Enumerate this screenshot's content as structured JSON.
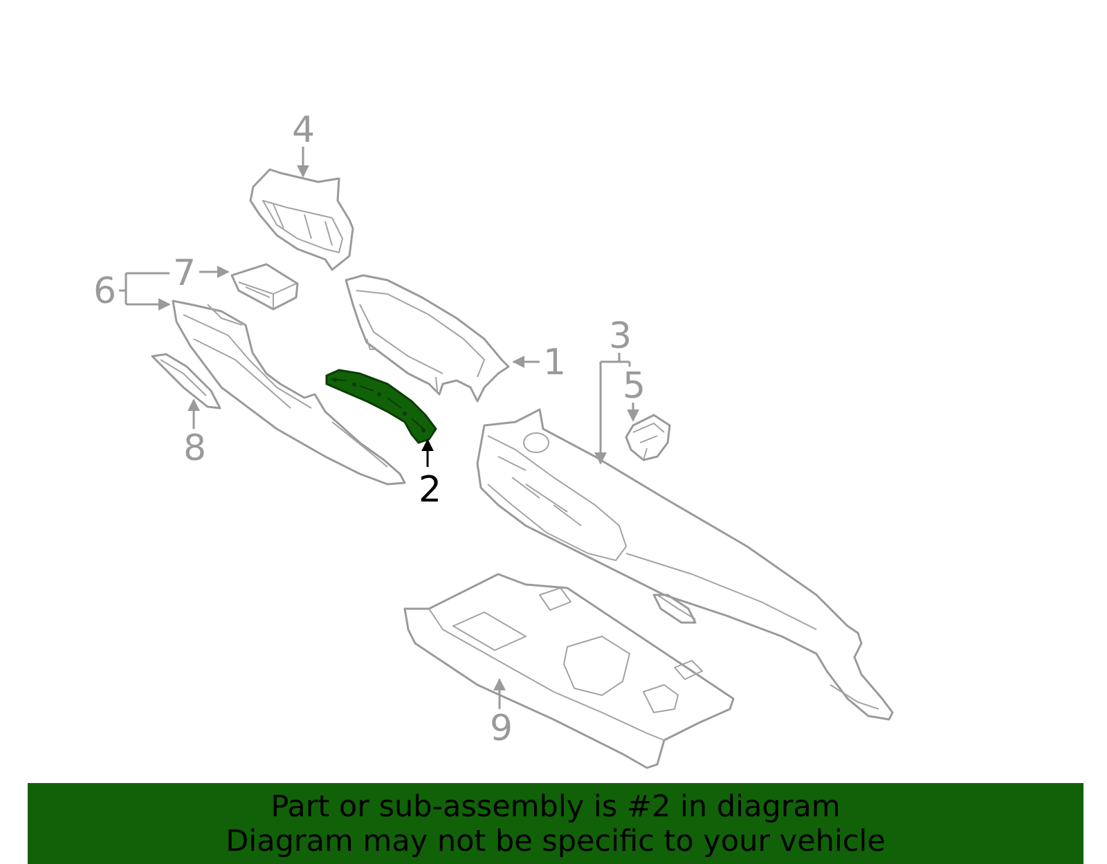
{
  "diagram": {
    "callouts": [
      {
        "id": "1",
        "label": "1",
        "highlighted": false
      },
      {
        "id": "2",
        "label": "2",
        "highlighted": true
      },
      {
        "id": "3",
        "label": "3",
        "highlighted": false
      },
      {
        "id": "4",
        "label": "4",
        "highlighted": false
      },
      {
        "id": "5",
        "label": "5",
        "highlighted": false
      },
      {
        "id": "6",
        "label": "6",
        "highlighted": false
      },
      {
        "id": "7",
        "label": "7",
        "highlighted": false
      },
      {
        "id": "8",
        "label": "8",
        "highlighted": false
      },
      {
        "id": "9",
        "label": "9",
        "highlighted": false
      }
    ],
    "highlight_color": "#116109",
    "part_color": "#9a9a9a"
  },
  "banner": {
    "line1": "Part or sub-assembly is #2 in diagram",
    "line2": "Diagram may not be specific to your vehicle",
    "background": "#116109"
  }
}
